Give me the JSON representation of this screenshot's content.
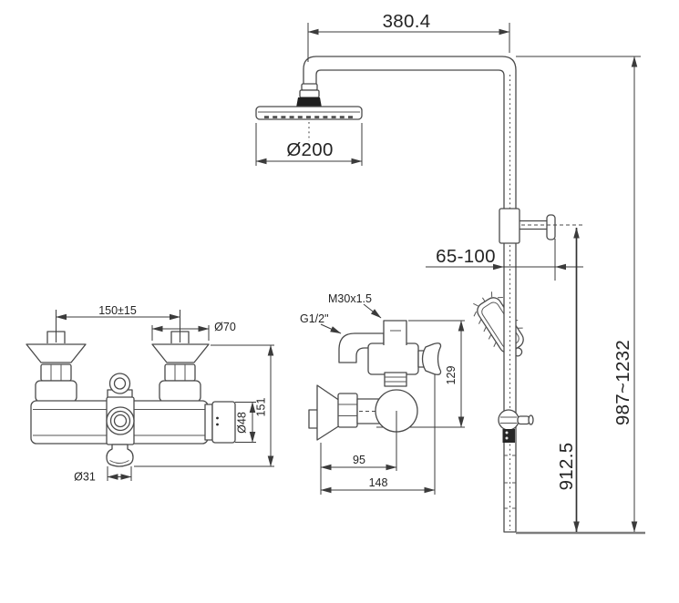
{
  "diagram": {
    "background": "#ffffff",
    "line_color": "#4a4a4a",
    "text_color": "#242424",
    "views": {
      "column": {
        "dims": {
          "arm_width": "380.4",
          "head_diameter": "Ø200",
          "wall_distance": "65-100",
          "bar_height": "912.5",
          "overall_height": "987~1232"
        }
      },
      "mixer_front": {
        "dims": {
          "inlet_spacing": "150±15",
          "escutcheon_diameter": "Ø70",
          "body_height": "151",
          "handle_diameter": "Ø48",
          "outlet_diameter": "Ø31"
        }
      },
      "mixer_side": {
        "labels": {
          "top_thread": "M30x1.5",
          "outlet_thread": "G1/2\""
        },
        "dims": {
          "height": "129",
          "wall_to_center": "95",
          "total_depth": "148"
        }
      }
    }
  }
}
